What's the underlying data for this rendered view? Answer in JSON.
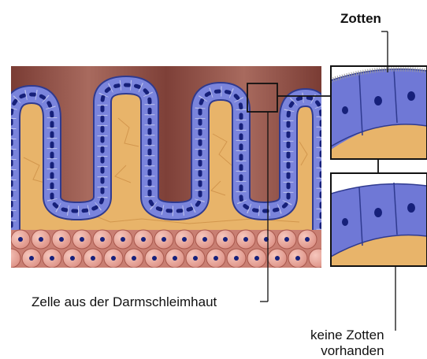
{
  "labels": {
    "villi": "Zotten",
    "cell": "Zelle aus der Darmschleimhaut",
    "no_villi_line1": "keine Zotten",
    "no_villi_line2": "vorhanden"
  },
  "colors": {
    "lumen": "#8a4a40",
    "tissue": "#e8b46a",
    "epithelium": "#6f78d6",
    "nucleus": "#16207a",
    "submucosa_cell": "#e6a49a"
  }
}
